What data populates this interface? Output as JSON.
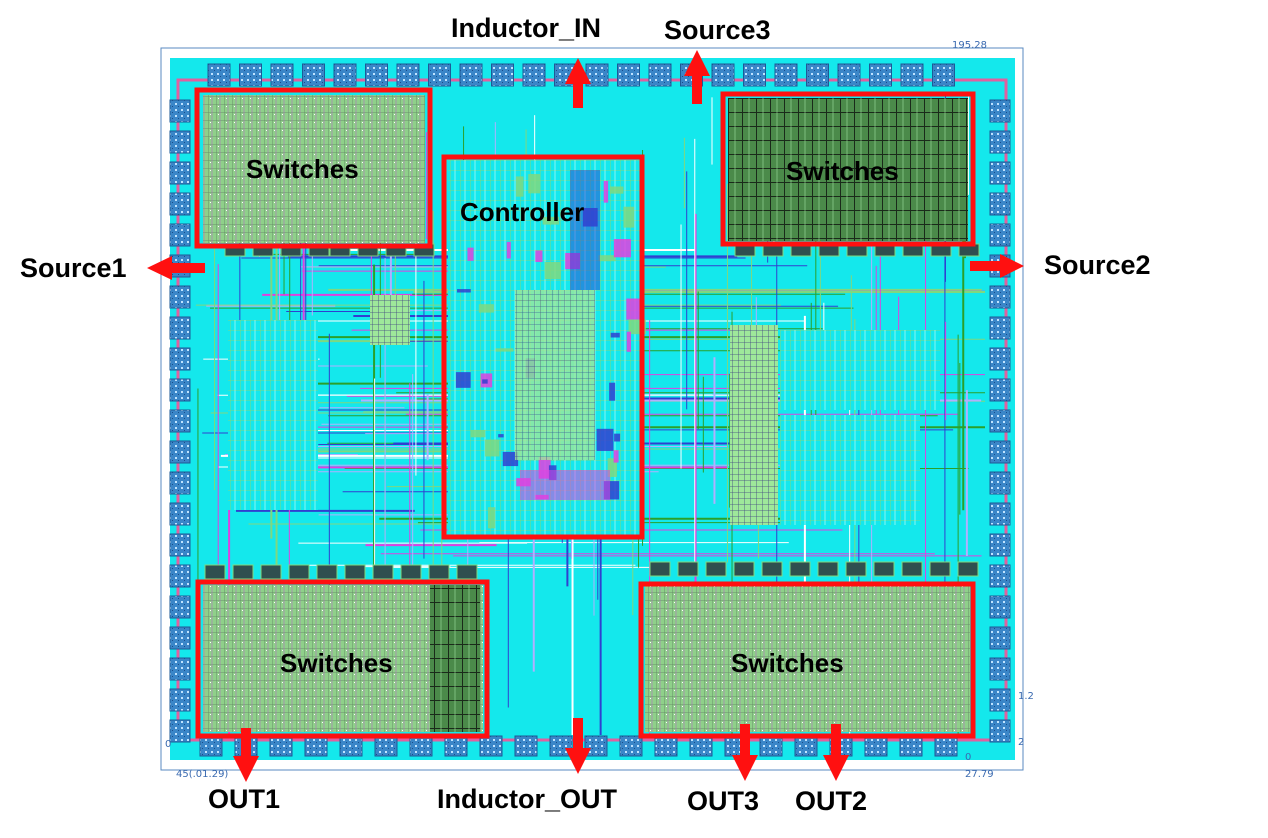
{
  "colors": {
    "die_background": "#14e8ec",
    "block_outline": "#ff1010",
    "arrow": "#ff1010",
    "metal_green": "#7fd87f",
    "metal_magenta": "#e040e0",
    "metal_blue": "#3040d0",
    "pad": "#3a86c8",
    "label_text": "#000000"
  },
  "pins": {
    "inductor_in": "Inductor_IN",
    "source3": "Source3",
    "source1": "Source1",
    "source2": "Source2",
    "out1": "OUT1",
    "inductor_out": "Inductor_OUT",
    "out3": "OUT3",
    "out2": "OUT2"
  },
  "blocks": {
    "switches_top_left": "Switches",
    "switches_top_right": "Switches",
    "switches_bottom_left": "Switches",
    "switches_bottom_right": "Switches",
    "controller": "Controller"
  },
  "rulers": {
    "top_right": "195.28",
    "bottom_left": "0",
    "bottom_left_coord": "45(.01.29)",
    "bottom_right_coord": "27.79",
    "right_zero": "0",
    "right_tick_a": "1.2",
    "right_tick_b": "2"
  }
}
